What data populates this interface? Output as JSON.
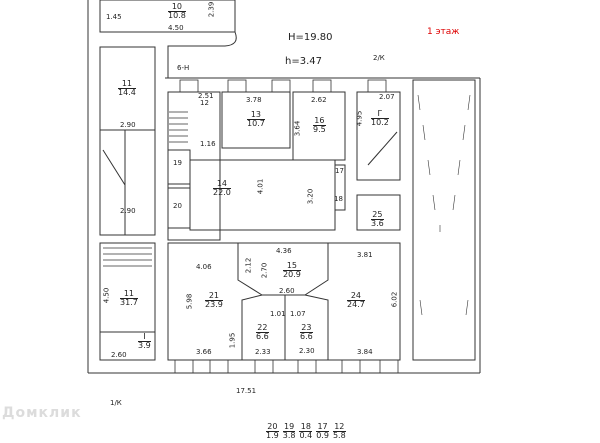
{
  "header": {
    "total_height": "H=19.80",
    "floor_height": "h=3.47",
    "floor_label": "1 этаж",
    "entrance_top": "2/К",
    "entrance_bottom": "1/К",
    "entrance_left": "6-Н",
    "width_total": "17.51"
  },
  "watermark": "Домклик",
  "rooms": [
    {
      "num": "10",
      "area": "10.8"
    },
    {
      "num": "11",
      "area": "14.4"
    },
    {
      "num": "13",
      "area": "10.7"
    },
    {
      "num": "16",
      "area": "9.5"
    },
    {
      "num": "Г",
      "area": "10.2"
    },
    {
      "num": "14",
      "area": "22.0"
    },
    {
      "num": "25",
      "area": "3.6"
    },
    {
      "num": "15",
      "area": "20.9"
    },
    {
      "num": "21",
      "area": "23.9"
    },
    {
      "num": "24",
      "area": "24.7"
    },
    {
      "num": "11",
      "area": "31.7"
    },
    {
      "num": "22",
      "area": "6.6"
    },
    {
      "num": "23",
      "area": "6.6"
    },
    {
      "num": "I",
      "area": "3.9"
    }
  ],
  "small_rooms": [
    "12",
    "19",
    "20",
    "17",
    "18"
  ],
  "dims": [
    "1.45",
    "4.50",
    "2.39",
    "2.51",
    "3.78",
    "2.62",
    "2.07",
    "4.95",
    "3.64",
    "2.90",
    "1.16",
    "4.01",
    "3.20",
    "2.90",
    "4.36",
    "3.81",
    "4.06",
    "2.12",
    "2.70",
    "2.60",
    "5.98",
    "6.02",
    "1.01",
    "1.07",
    "4.50",
    "1.95",
    "2.60",
    "3.66",
    "2.33",
    "2.30",
    "3.84"
  ],
  "legend": [
    {
      "num": "20",
      "area": "1.9"
    },
    {
      "num": "19",
      "area": "3.8"
    },
    {
      "num": "18",
      "area": "0.4"
    },
    {
      "num": "17",
      "area": "0.9"
    },
    {
      "num": "12",
      "area": "5.8"
    }
  ]
}
